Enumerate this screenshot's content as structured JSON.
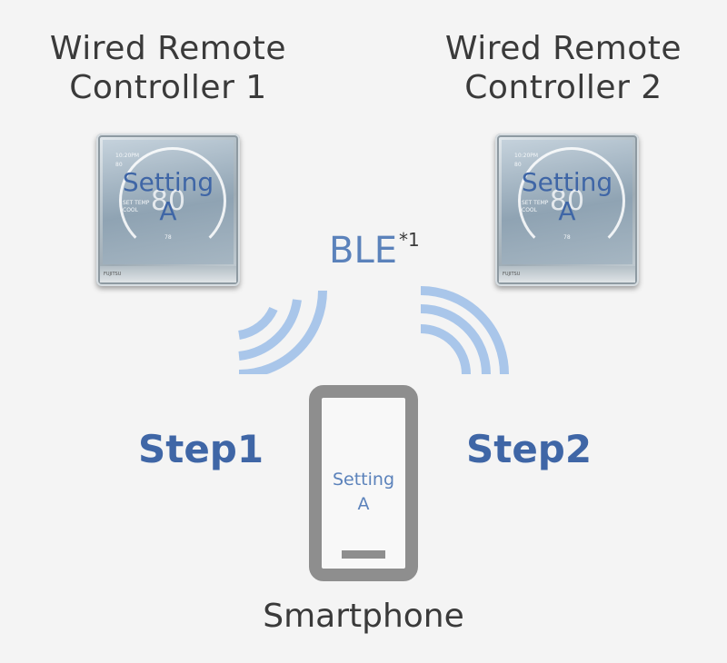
{
  "controllers": [
    {
      "title_line1": "Wired Remote",
      "title_line2": "Controller 1",
      "screen_label_line1": "Setting",
      "screen_label_line2": "A",
      "screen_time": "10:20PM",
      "screen_value": "80",
      "screen_set_temp": "SET TEMP",
      "screen_mode": "COOL",
      "screen_big_temp": "80",
      "screen_low": "78",
      "brand": "FUJITSU"
    },
    {
      "title_line1": "Wired Remote",
      "title_line2": "Controller 2",
      "screen_label_line1": "Setting",
      "screen_label_line2": "A",
      "screen_time": "10:20PM",
      "screen_value": "80",
      "screen_set_temp": "SET TEMP",
      "screen_mode": "COOL",
      "screen_big_temp": "80",
      "screen_low": "78",
      "brand": "FUJITSU"
    }
  ],
  "connection": {
    "label": "BLE",
    "footnote": "*1",
    "wave_color": "#a9c6ea"
  },
  "steps": {
    "step1": "Step1",
    "step2": "Step2"
  },
  "smartphone": {
    "screen_label_line1": "Setting",
    "screen_label_line2": "A",
    "caption": "Smartphone",
    "frame_color": "#8e8e8e"
  },
  "colors": {
    "accent_blue": "#3f66a6",
    "light_blue": "#5b82bb",
    "text_dark": "#3a3a3a",
    "background": "#f4f4f4"
  }
}
